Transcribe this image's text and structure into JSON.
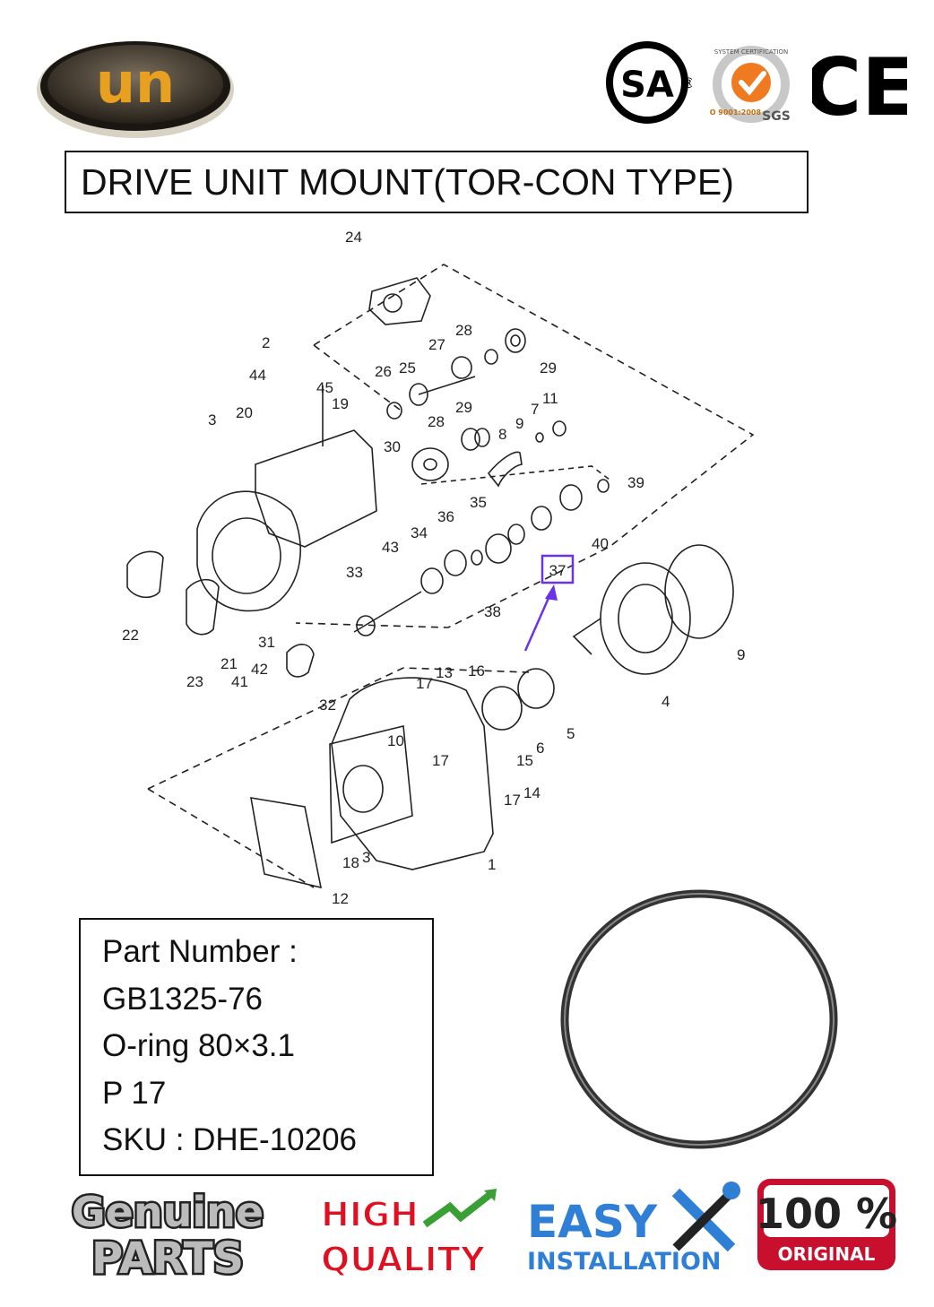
{
  "brand": {
    "logo_text": "un"
  },
  "certifications": {
    "csa": "SA",
    "csa_mark": "®",
    "sgs_top": "SYSTEM CERTIFICATION",
    "sgs_iso": "ISO 9001:2008",
    "sgs_name": "SGS",
    "ce": "CE"
  },
  "title": "DRIVE UNIT MOUNT(TOR-CON TYPE)",
  "diagram": {
    "callout_highlight": "37",
    "callouts": [
      "24",
      "2",
      "28",
      "27",
      "29",
      "26",
      "25",
      "44",
      "45",
      "19",
      "7",
      "11",
      "3",
      "20",
      "28",
      "29",
      "8",
      "9",
      "30",
      "39",
      "35",
      "36",
      "34",
      "43",
      "40",
      "33",
      "38",
      "9",
      "22",
      "31",
      "42",
      "21",
      "23",
      "41",
      "32",
      "17",
      "13",
      "16",
      "4",
      "5",
      "10",
      "6",
      "17",
      "15",
      "17",
      "14",
      "18",
      "3",
      "1",
      "12"
    ]
  },
  "part_info": {
    "lines": [
      "Part Number :",
      "GB1325-76",
      "O-ring 80×3.1",
      "P 17",
      "SKU : DHE-10206"
    ]
  },
  "badges": {
    "genuine_1": "Genuine",
    "genuine_2": "PARTS",
    "quality_1": "HIGH",
    "quality_2": "QUALITY",
    "easy_1": "EASY",
    "easy_2": "INSTALLATION",
    "original_1": "100 %",
    "original_2": "ORIGINAL"
  },
  "colors": {
    "highlight": "#6a33e8",
    "quality_red": "#e01020",
    "quality_green": "#3aa035",
    "easy_blue": "#2f7fd6",
    "original_red": "#c8102e",
    "sgs_orange": "#f0a030"
  }
}
